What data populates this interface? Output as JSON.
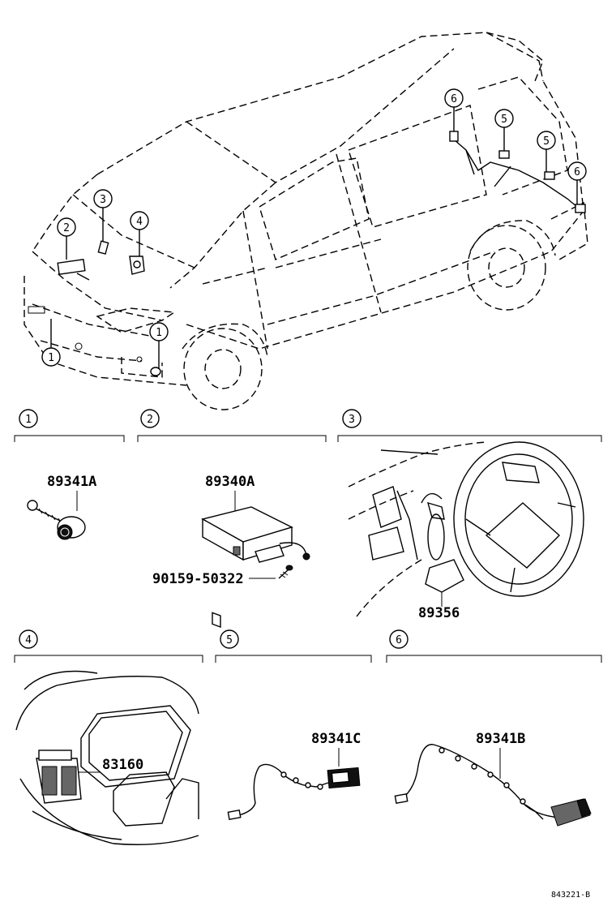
{
  "callouts": {
    "c1a": "1",
    "c1b": "1",
    "c2": "2",
    "c3": "3",
    "c4": "4",
    "c5a": "5",
    "c5b": "5",
    "c6a": "6",
    "c6b": "6"
  },
  "sections": [
    {
      "num": "1",
      "parts": [
        "89341A"
      ]
    },
    {
      "num": "2",
      "parts": [
        "89340A",
        "90159-50322"
      ]
    },
    {
      "num": "3",
      "parts": [
        "89356"
      ]
    },
    {
      "num": "4",
      "parts": [
        "83160"
      ]
    },
    {
      "num": "5",
      "parts": [
        "89341C"
      ]
    },
    {
      "num": "6",
      "parts": [
        "89341B"
      ]
    }
  ],
  "reference": "843221-B"
}
